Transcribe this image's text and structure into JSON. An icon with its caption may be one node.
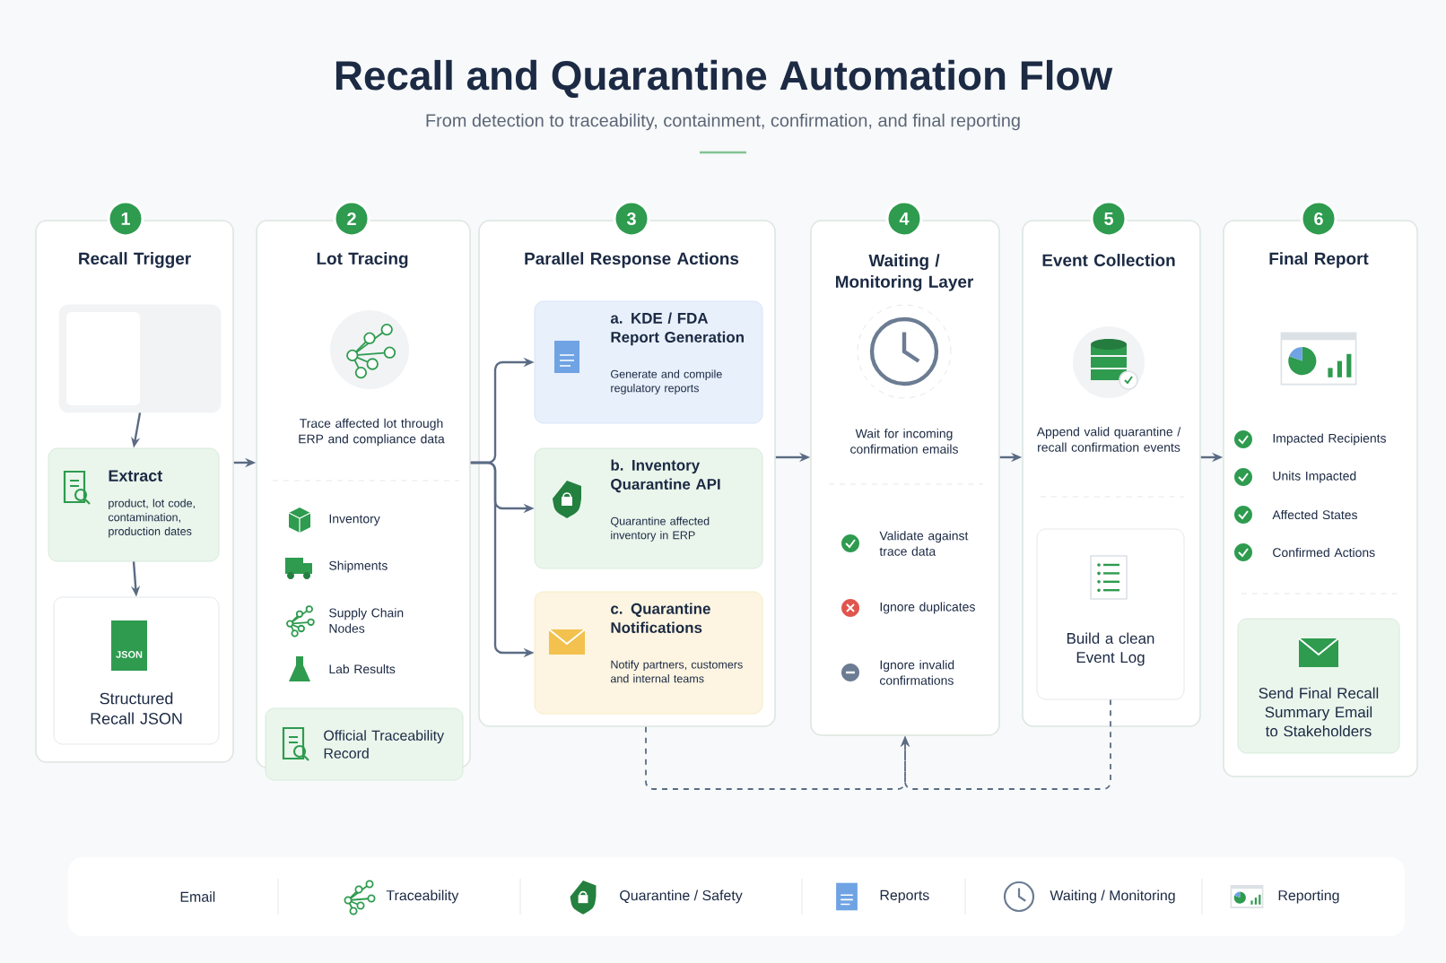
{
  "diagram": {
    "title": "Recall and Quarantine Automation Flow",
    "nodes": [
      {
        "text": [
          "1",
          "Recall Trigger"
        ]
      },
      {
        "text": [],
        "shape": "box",
        "in": 0
      },
      {
        "text": [
          "Extract",
          "product, lot code, contamination, production dates"
        ],
        "in": 0
      },
      {
        "text": [
          "JSON",
          "Structured Recall JSON"
        ],
        "in": 0
      },
      {
        "text": [
          "2",
          "Lot Tracing",
          "Trace affected lot through ERP and compliance data",
          "Inventory",
          "Shipments",
          "Supply Chain Nodes",
          "Lab Results"
        ]
      },
      {
        "text": [
          "Official Traceability Record"
        ],
        "in": 4
      },
      {
        "text": [
          "3",
          "Parallel Response Actions"
        ]
      },
      {
        "text": [
          "a. KDE / FDA Report Generation",
          "Generate and compile regulatory reports"
        ],
        "in": 6
      },
      {
        "text": [
          "b. Inventory Quarantine API",
          "Quarantine affected inventory in ERP"
        ],
        "in": 6
      },
      {
        "text": [
          "c. Quarantine Notifications",
          "Notify partners, customers and internal teams"
        ],
        "in": 6
      },
      {
        "text": [
          "4",
          "Waiting / Monitoring Layer",
          "Wait for incoming confirmation emails",
          "Validate against trace data",
          "Ignore duplicates",
          "Ignore invalid confirmations"
        ]
      },
      {
        "text": [
          "5",
          "Event Collection",
          "Append valid quarantine / recall confirmation events"
        ]
      },
      {
        "text": [
          "Build a clean Event Log"
        ],
        "in": 11
      },
      {
        "text": [
          "6",
          "Final Report",
          "Impacted Recipients",
          "Units Impacted",
          "Affected States",
          "Confirmed Actions"
        ]
      },
      {
        "text": [
          "Send Final Recall Summary Email to Stakeholders"
        ],
        "in": 13
      }
    ],
    "edges": [
      {
        "from": 1,
        "to": 2,
        "arrow": "to"
      },
      {
        "from": 2,
        "to": 3,
        "arrow": "to"
      },
      {
        "from": 0,
        "to": 4,
        "arrow": "to"
      },
      {
        "from": 4,
        "to": 7,
        "arrow": "to"
      },
      {
        "from": 4,
        "to": 8,
        "arrow": "to"
      },
      {
        "from": 4,
        "to": 9,
        "arrow": "to"
      },
      {
        "from": 6,
        "to": 10,
        "arrow": "to"
      },
      {
        "from": 10,
        "to": 11,
        "arrow": "to"
      },
      {
        "from": 11,
        "to": 13,
        "arrow": "to"
      },
      {
        "from": 6,
        "to": 10,
        "arrow": "to",
        "style": "dashed"
      },
      {
        "from": 12,
        "to": 10,
        "arrow": "to",
        "style": "dashed"
      }
    ],
    "labels": [
      "From detection to traceability, containment, confirmation, and final reporting"
    ],
    "legend": [
      {
        "text": "Email"
      },
      {
        "text": "Traceability"
      },
      {
        "text": "Quarantine / Safety"
      },
      {
        "text": "Reports"
      },
      {
        "text": "Waiting / Monitoring"
      },
      {
        "text": "Reporting"
      }
    ]
  }
}
